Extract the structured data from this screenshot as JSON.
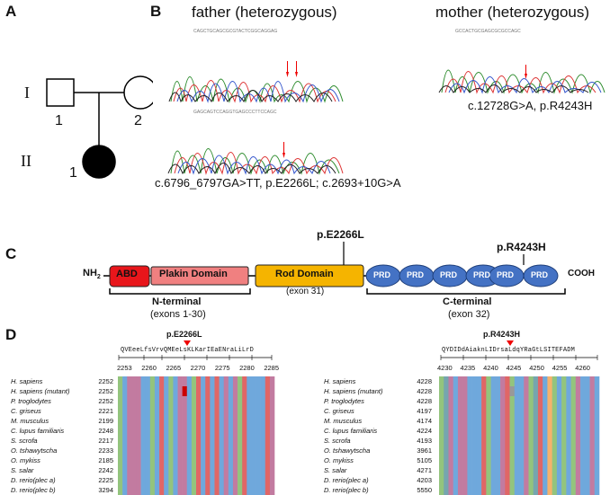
{
  "panels": {
    "A": "A",
    "B": "B",
    "C": "C",
    "D": "D"
  },
  "pedigree": {
    "gen1": "I",
    "gen2": "II",
    "ind_father": "1",
    "ind_mother": "2",
    "ind_child": "1"
  },
  "chromatograms": {
    "father_title": "father (heterozygous)",
    "mother_title": "mother (heterozygous)",
    "father_caption": "c.6796_6797GA>TT, p.E2266L; c.2693+10G>A",
    "mother_caption": "c.12728G>A, p.R4243H"
  },
  "domains": {
    "nh2": "NH",
    "nh2_sub": "2",
    "abd": "ABD",
    "plakin": "Plakin Domain",
    "rod": "Rod Domain",
    "rod_exon": "(exon 31)",
    "prd": [
      "PRD",
      "PRD",
      "PRD",
      "PRD",
      "PRD",
      "PRD"
    ],
    "cooh": "COOH",
    "mut1": "p.E2266L",
    "mut2": "p.R4243H",
    "nterm": "N-terminal",
    "nterm_exons": "(exons 1-30)",
    "cterm": "C-terminal",
    "cterm_exon": "(exon 32)",
    "colors": {
      "abd": "#e8161b",
      "plakin": "#f08080",
      "rod": "#f5b400",
      "prd": "#4472c4"
    }
  },
  "alignment": {
    "left": {
      "mutation": "p.E2266L",
      "consensus": "QVEeeLfsVrvQMEeLsKLKarIEaENraLiLrD",
      "ticks": [
        "2253",
        "2260",
        "2265",
        "2270",
        "2275",
        "2280",
        "2285"
      ],
      "species": [
        "H. sapiens",
        "H. sapiens (mutant)",
        "P. troglodytes",
        "C. griseus",
        "M. musculus",
        "C. lupus familiaris",
        "S. scrofa",
        "O. tshawytscha",
        "O. mykiss",
        "S. salar",
        "D. rerio(plec a)",
        "D. rerio(plec b)"
      ],
      "positions": [
        "2252",
        "2252",
        "2252",
        "2221",
        "2199",
        "2248",
        "2217",
        "2233",
        "2185",
        "2242",
        "2225",
        "3294"
      ]
    },
    "right": {
      "mutation": "p.R4243H",
      "consensus": "QYDIDdAiaknLIDrsaLdqYRaGtLSITEFADM",
      "ticks": [
        "4230",
        "4235",
        "4240",
        "4245",
        "4250",
        "4255",
        "4260"
      ],
      "species": [
        "H. sapiens",
        "H. sapiens (mutant)",
        "P. troglodytes",
        "C. griseus",
        "M. musculus",
        "C. lupus familiaris",
        "S. scrofa",
        "O. tshawytscha",
        "O. mykiss",
        "S. salar",
        "D. rerio(plec a)",
        "D. rerio(plec b)"
      ],
      "positions": [
        "4228",
        "4228",
        "4228",
        "4197",
        "4174",
        "4224",
        "4193",
        "3961",
        "5105",
        "4271",
        "4203",
        "5550"
      ]
    }
  }
}
